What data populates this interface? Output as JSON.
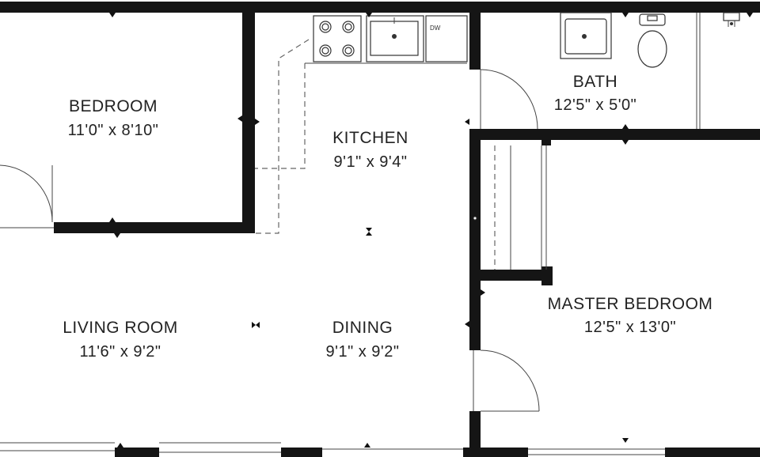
{
  "rooms": {
    "bedroom": {
      "name": "BEDROOM",
      "dims": "11'0\" x 8'10\""
    },
    "kitchen": {
      "name": "KITCHEN",
      "dims": "9'1\" x 9'4\""
    },
    "bath": {
      "name": "BATH",
      "dims": "12'5\" x 5'0\""
    },
    "master_bedroom": {
      "name": "MASTER BEDROOM",
      "dims": "12'5\" x 13'0\""
    },
    "living_room": {
      "name": "LIVING ROOM",
      "dims": "11'6\" x 9'2\""
    },
    "dining": {
      "name": "DINING",
      "dims": "9'1\" x 9'2\""
    }
  },
  "appliances": {
    "dishwasher": "DW"
  }
}
